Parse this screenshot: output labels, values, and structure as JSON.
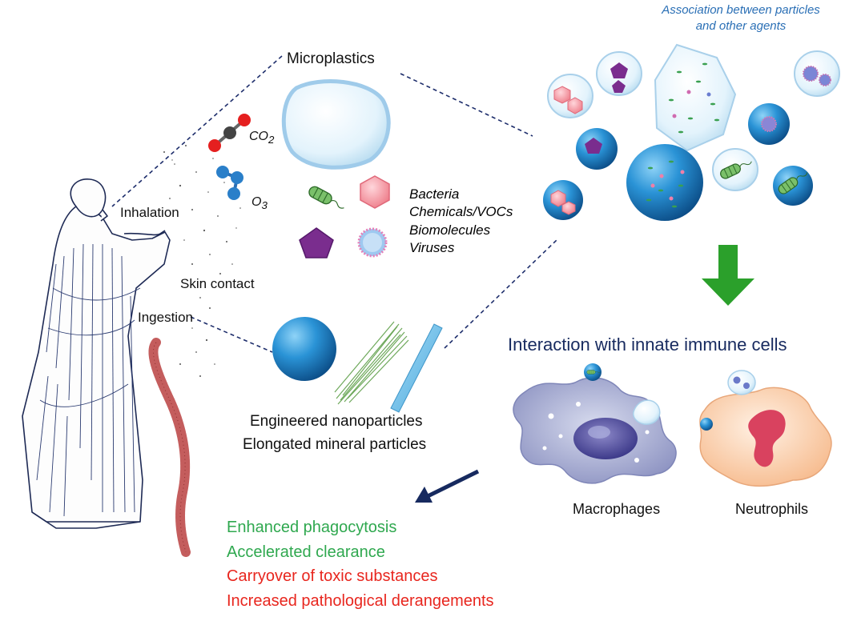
{
  "labels": {
    "microplastics": "Microplastics",
    "association_line1": "Association between particles",
    "association_line2": "and other agents",
    "co2_base": "CO",
    "co2_sub": "2",
    "o3_base": "O",
    "o3_sub": "3",
    "bacteria": "Bacteria",
    "chemicals": "Chemicals/VOCs",
    "biomolecules": "Biomolecules",
    "viruses": "Viruses",
    "inhalation": "Inhalation",
    "skin_contact": "Skin contact",
    "ingestion": "Ingestion",
    "interaction": "Interaction with innate immune cells",
    "engineered": "Engineered nanoparticles",
    "elongated": "Elongated mineral particles",
    "macrophages": "Macrophages",
    "neutrophils": "Neutrophils"
  },
  "outcomes": {
    "enhanced": "Enhanced phagocytosis",
    "accelerated": "Accelerated clearance",
    "carryover": "Carryover of toxic substances",
    "increased": "Increased pathological derangements"
  },
  "colors": {
    "positive_outcome": "#2fa84f",
    "negative_outcome": "#e8261e",
    "interaction_title": "#172a5f",
    "association_title": "#2a6fb5",
    "down_arrow": "#2ba02b",
    "outcome_arrow": "#172a5f",
    "particle_blue": "#1f86c9"
  }
}
